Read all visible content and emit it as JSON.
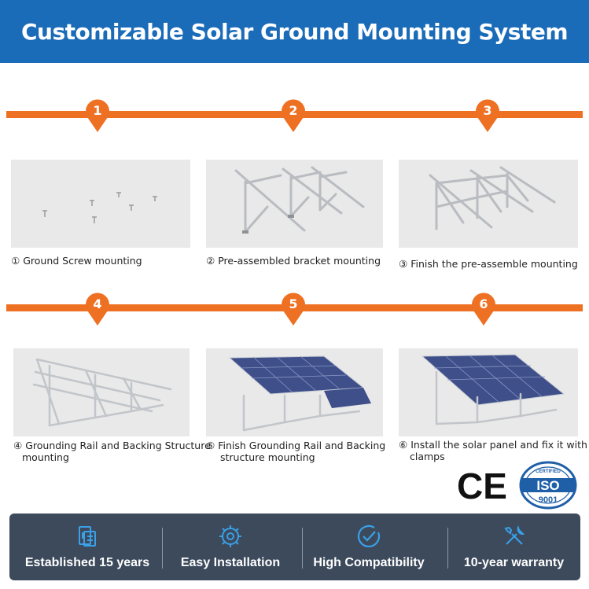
{
  "header": {
    "title": "Customizable Solar Ground Mounting System"
  },
  "colors": {
    "banner": "#1a6bb8",
    "accent": "#ee7023",
    "footer": "#3c4a5c"
  },
  "steps": [
    {
      "num": "1",
      "circled": "①",
      "label": "Ground Screw mounting"
    },
    {
      "num": "2",
      "circled": "②",
      "label": "Pre-assembled bracket mounting"
    },
    {
      "num": "3",
      "circled": "③",
      "label": "Finish the pre-assemble mounting"
    },
    {
      "num": "4",
      "circled": "④",
      "label": "Grounding Rail and Backing Structure",
      "label2": "mounting"
    },
    {
      "num": "5",
      "circled": "⑤",
      "label": "Finish Grounding Rail and Backing",
      "label2": "structure mounting"
    },
    {
      "num": "6",
      "circled": "⑥",
      "label": "Install the solar panel and fix it with",
      "label2": "clamps"
    }
  ],
  "certifications": {
    "ce": "CE",
    "iso": "ISO",
    "iso_number": "9001",
    "iso_ring": "CERTIFIED"
  },
  "features": [
    {
      "icon": "document-icon",
      "label": "Established 15 years"
    },
    {
      "icon": "gear-icon",
      "label": "Easy Installation"
    },
    {
      "icon": "checkmark-icon",
      "label": "High Compatibility"
    },
    {
      "icon": "tools-icon",
      "label": "10-year warranty"
    }
  ]
}
